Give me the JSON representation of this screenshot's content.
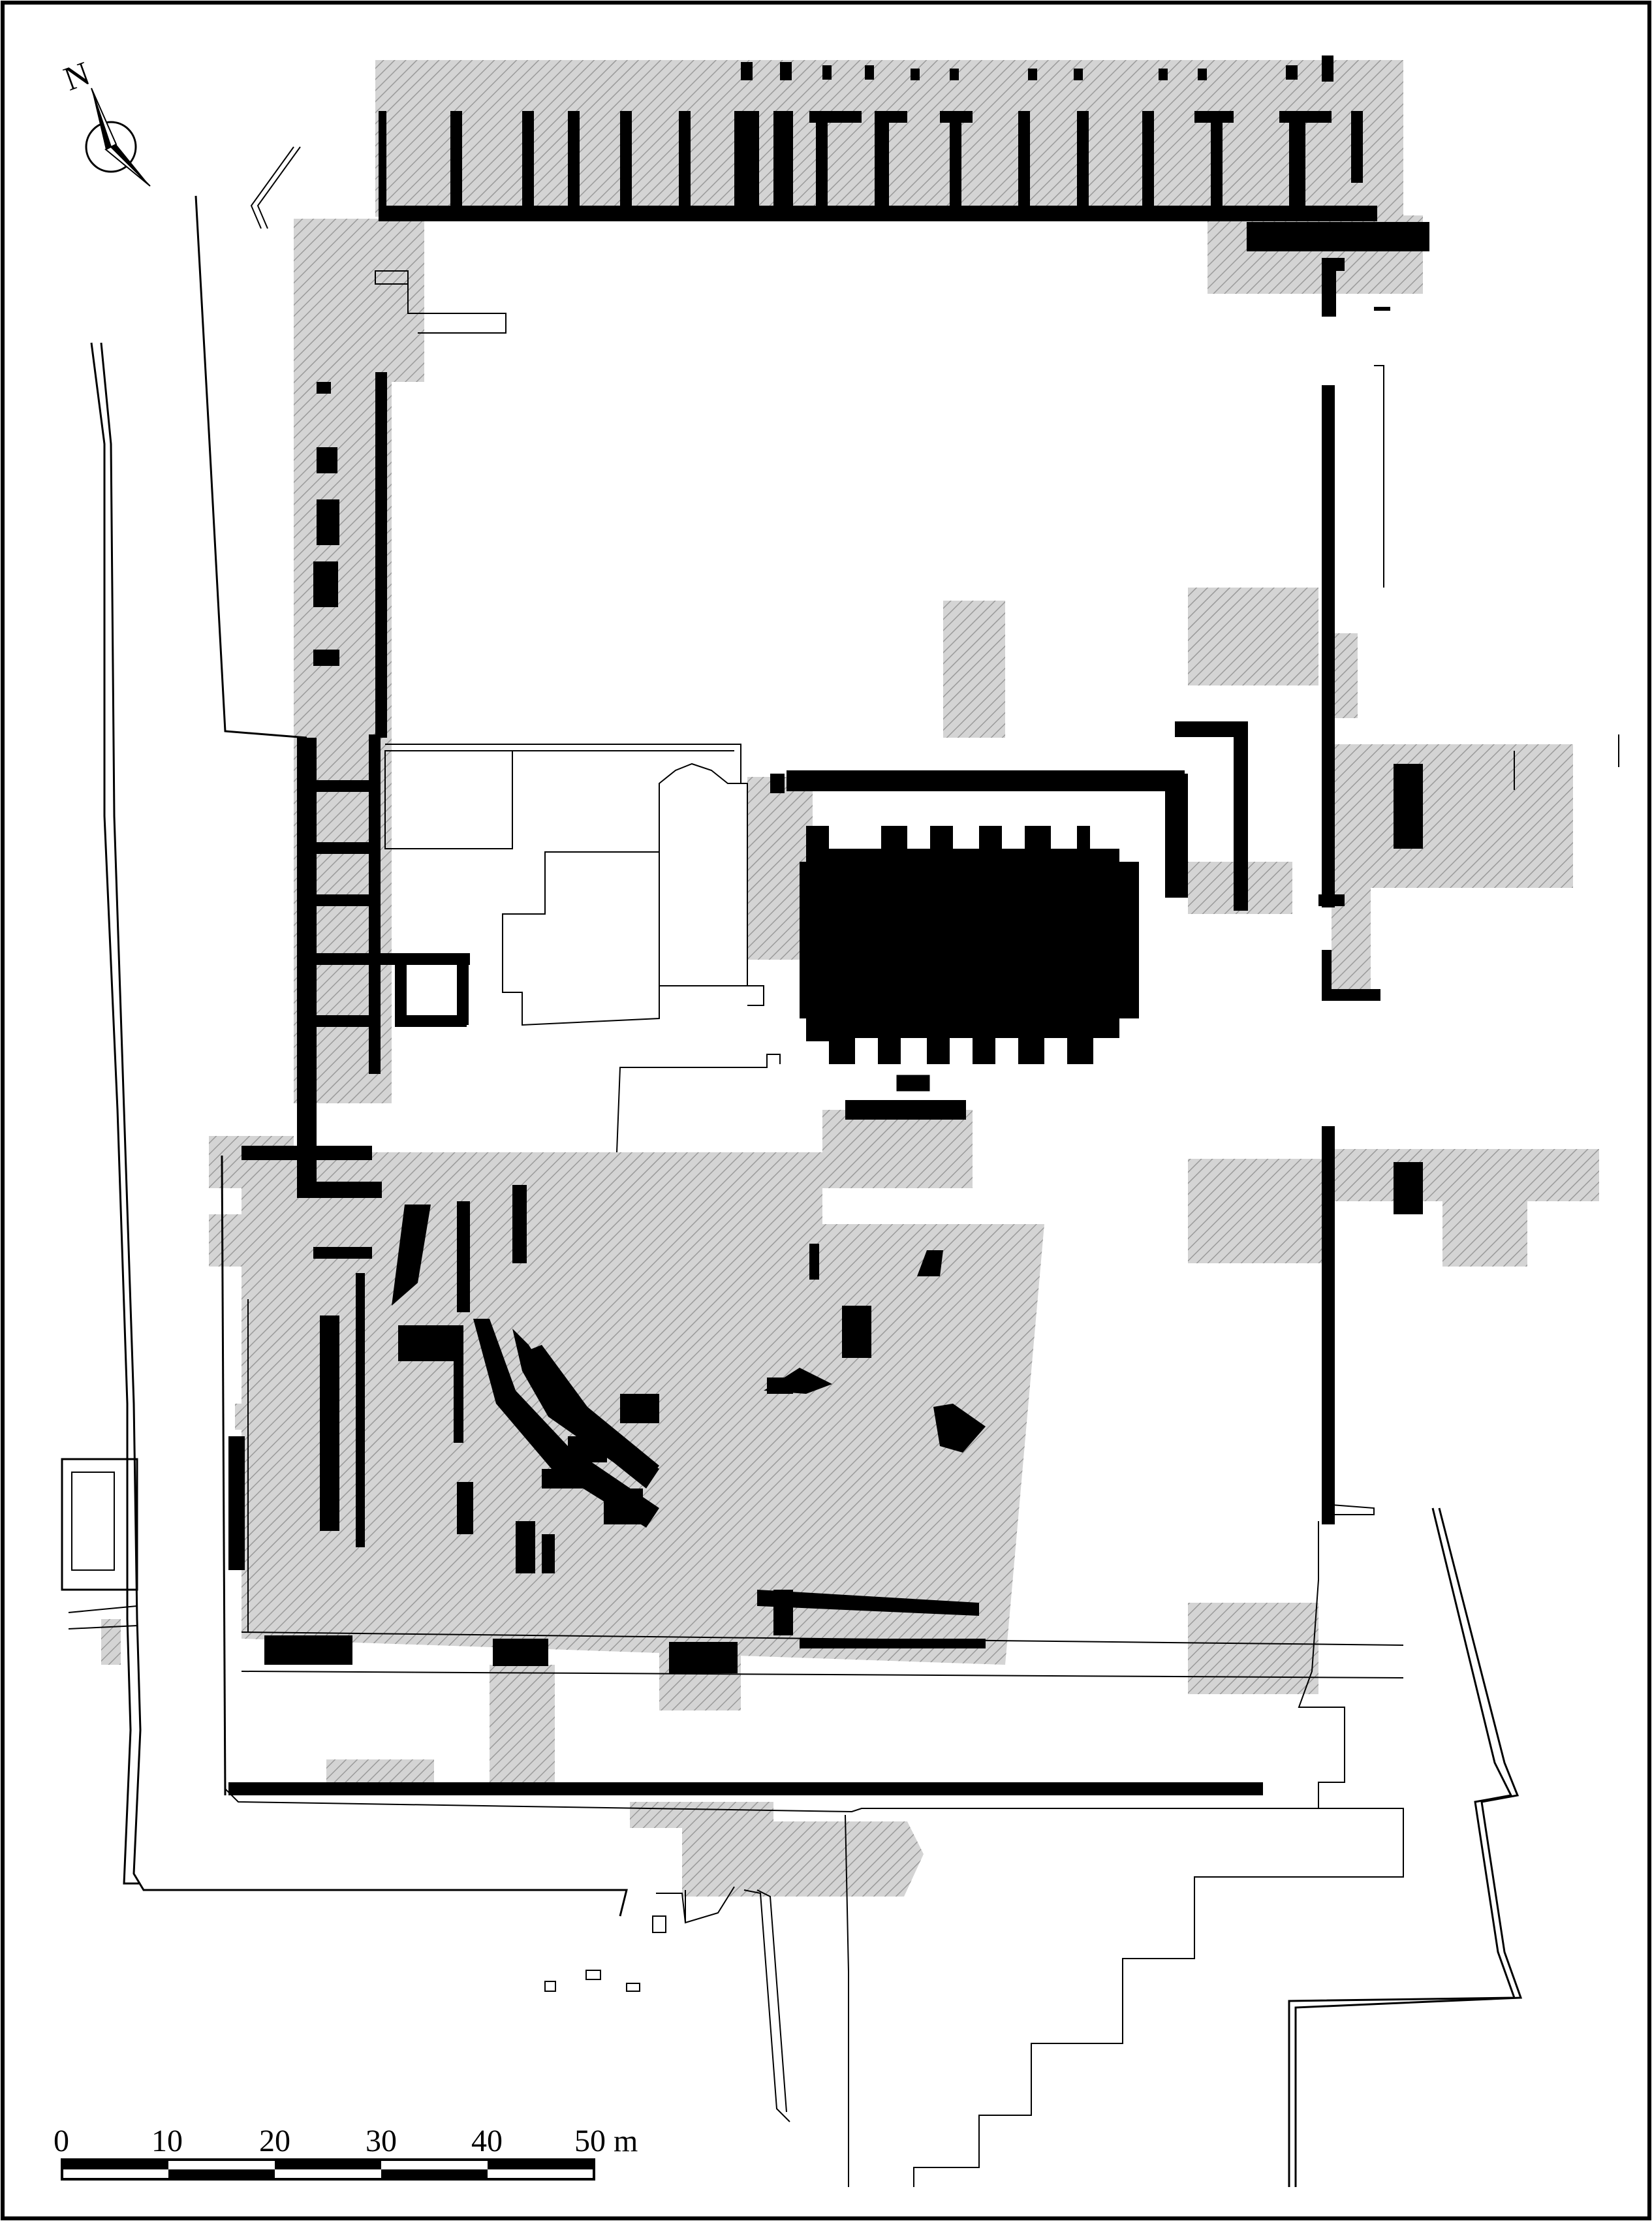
{
  "map": {
    "north_label": "N",
    "scale_bar": {
      "ticks": [
        "0",
        "10",
        "20",
        "30",
        "40",
        "50 m"
      ]
    },
    "colors": {
      "walls": "#000000",
      "excavated_area_fill": "#cfcfcf",
      "hatch_line": "#9a9a9a",
      "outline": "#000000",
      "background": "#ffffff"
    },
    "icons": [
      "north-arrow-icon"
    ]
  }
}
